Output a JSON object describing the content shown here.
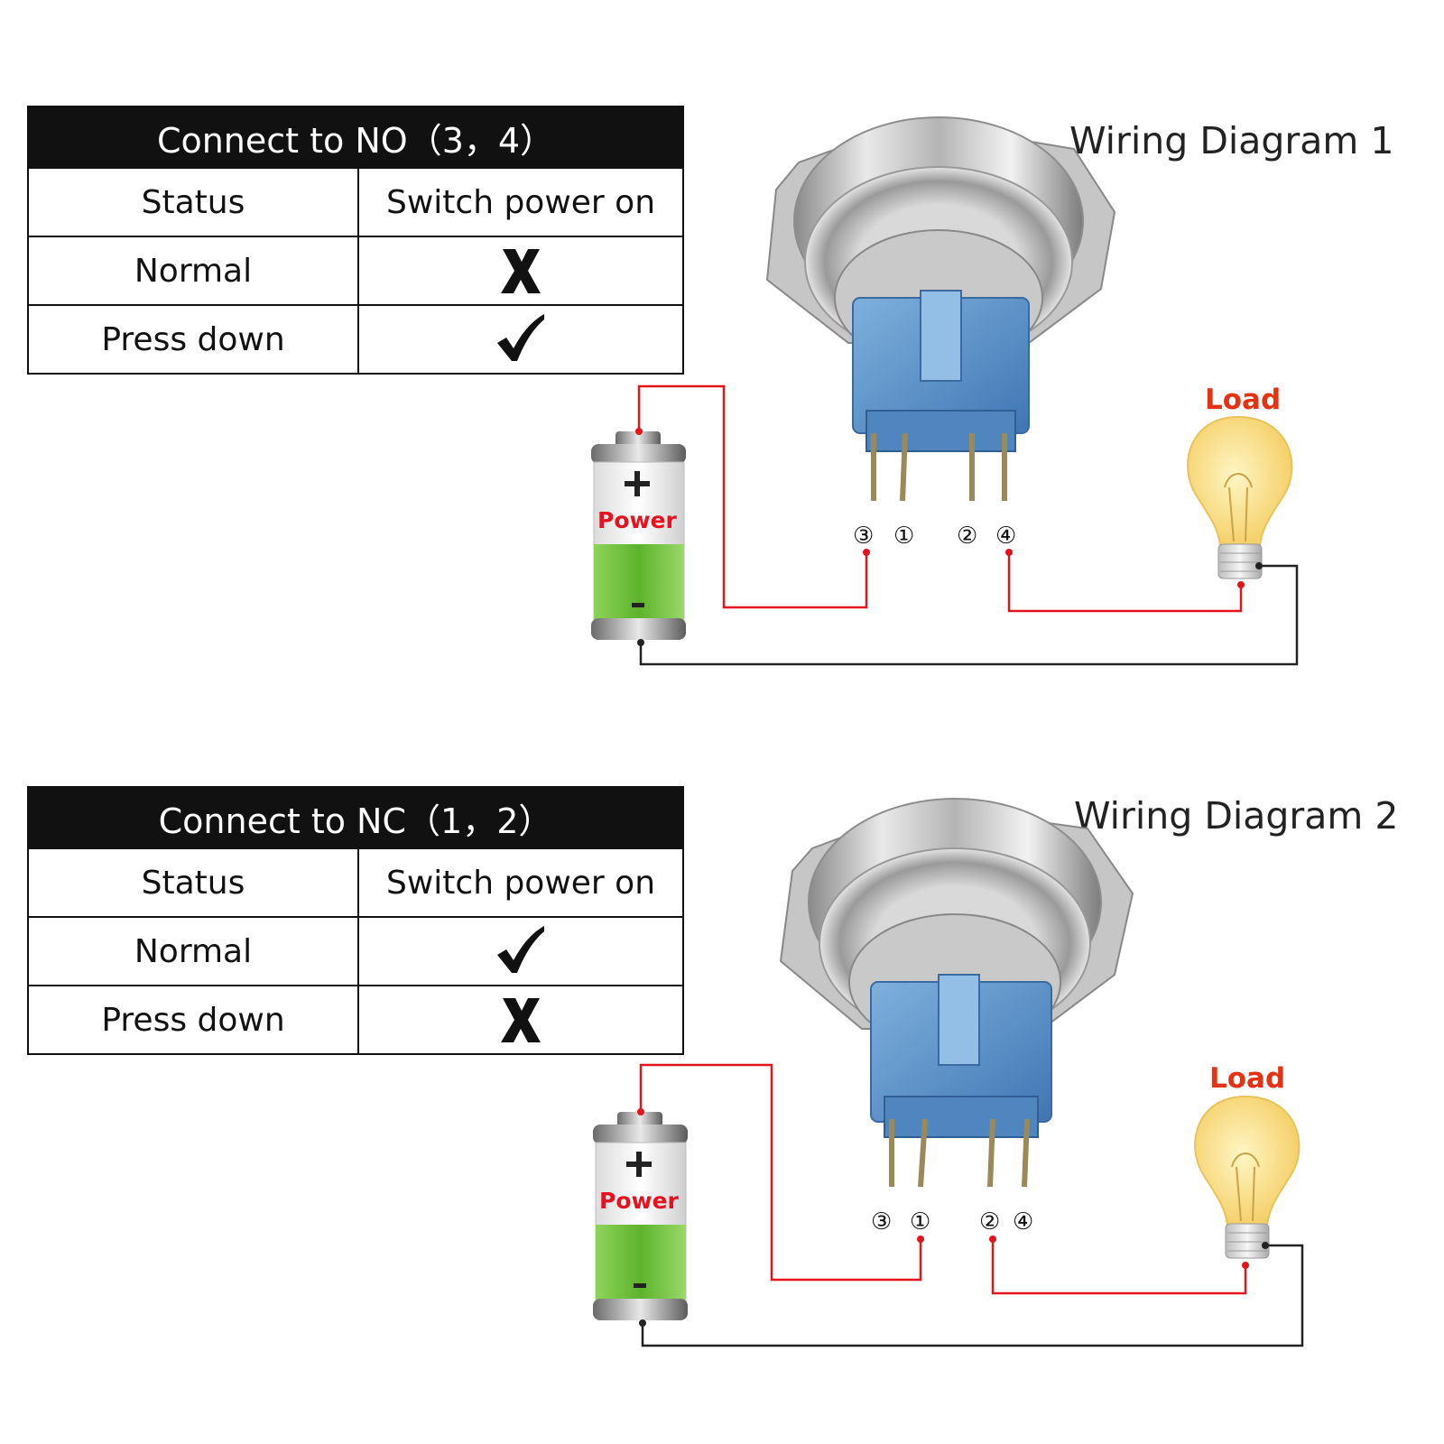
{
  "diagram1": {
    "title": "Wiring Diagram 1",
    "table_header": "Connect to NO（3，4）",
    "col_status": "Status",
    "col_power": "Switch power on",
    "rows": [
      {
        "status": "Normal",
        "power_on": "cross-icon"
      },
      {
        "status": "Press down",
        "power_on": "check-icon"
      }
    ],
    "pins": [
      "③",
      "①",
      "②",
      "④"
    ],
    "battery_label": "Power",
    "load_label": "Load"
  },
  "diagram2": {
    "title": "Wiring Diagram 2",
    "table_header": "Connect to NC（1，2）",
    "col_status": "Status",
    "col_power": "Switch power on",
    "rows": [
      {
        "status": "Normal",
        "power_on": "check-icon"
      },
      {
        "status": "Press down",
        "power_on": "cross-icon"
      }
    ],
    "pins": [
      "③",
      "①",
      "②",
      "④"
    ],
    "battery_label": "Power",
    "load_label": "Load"
  },
  "colors": {
    "wire_positive": "#e3141c",
    "wire_negative": "#222222",
    "table_header_bg": "#111111",
    "switch_base": "#5b8fc7",
    "load_text": "#e53212",
    "power_text": "#e5121f",
    "battery_green": "#7bc943"
  }
}
